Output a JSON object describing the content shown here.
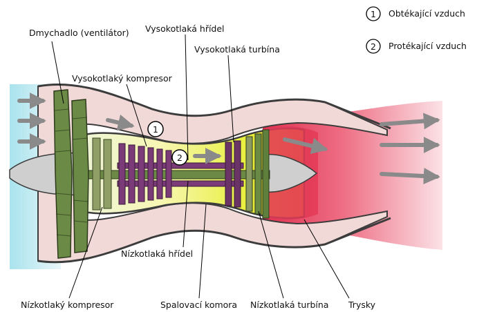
{
  "legend": [
    {
      "number": "1",
      "text": "Obtékající vzduch"
    },
    {
      "number": "2",
      "text": "Protékající vzduch"
    }
  ],
  "labels": {
    "fan": "Dmychadlo (ventilátor)",
    "hp_shaft": "Vysokotlaká hřídel",
    "hp_turbine": "Vysokotlaká turbína",
    "hp_compressor": "Vysokotlaký kompresor",
    "lp_shaft": "Nízkotlaká hřídel",
    "lp_compressor": "Nízkotlaký kompresor",
    "combustor": "Spalovací komora",
    "lp_turbine": "Nízkotlaká turbína",
    "nozzle": "Trysky"
  },
  "markers": {
    "bypass": "1",
    "core": "2"
  },
  "colors": {
    "intake": "#bfe9f1",
    "nacelle": "#f0d8d6",
    "outline": "#3c3c3c",
    "fan_blades": "#5f7f3c",
    "compressor": "#8a9a62",
    "hp_compressor": "#7b3b78",
    "combustor": "#e6ef3a",
    "exhaust": "#e8405f",
    "arrow": "#8a8a8a"
  }
}
